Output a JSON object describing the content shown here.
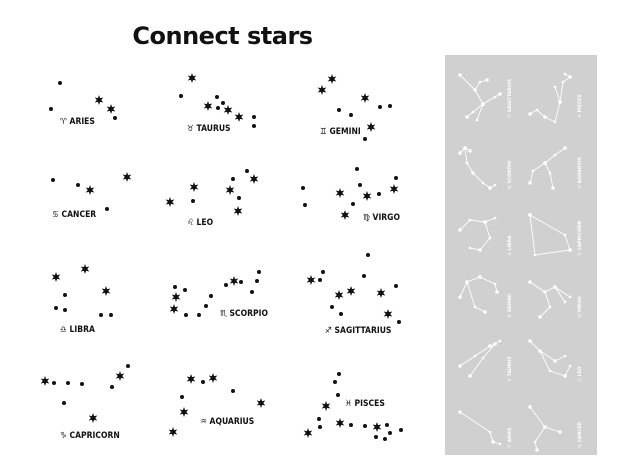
{
  "title": "Connect stars",
  "constellations": [
    {
      "name": "ARIES",
      "symbol": "♈"
    },
    {
      "name": "TAURUS",
      "symbol": "♉"
    },
    {
      "name": "GEMINI",
      "symbol": "♊"
    },
    {
      "name": "CANCER",
      "symbol": "♋"
    },
    {
      "name": "LEO",
      "symbol": "♌"
    },
    {
      "name": "VIRGO",
      "symbol": "♍"
    },
    {
      "name": "LIBRA",
      "symbol": "♎"
    },
    {
      "name": "SCORPIO",
      "symbol": "♏"
    },
    {
      "name": "SAGITTARIUS",
      "symbol": "♐"
    },
    {
      "name": "CAPRICORN",
      "symbol": "♑"
    },
    {
      "name": "AQUARIUS",
      "symbol": "♒"
    },
    {
      "name": "PISCES",
      "symbol": "♓"
    }
  ],
  "answer_key": {
    "background": "#d0d0d0",
    "line_color": "#ffffff",
    "cells": [
      {
        "name": "SAGITTARIUS",
        "symbol": "♐"
      },
      {
        "name": "PISCES",
        "symbol": "♓"
      },
      {
        "name": "SCORPIO",
        "symbol": "♏"
      },
      {
        "name": "AQUARIUS",
        "symbol": "♒"
      },
      {
        "name": "LIBRA",
        "symbol": "♎"
      },
      {
        "name": "CAPRICORN",
        "symbol": "♑"
      },
      {
        "name": "GEMINI",
        "symbol": "♊"
      },
      {
        "name": "VIRGO",
        "symbol": "♍"
      },
      {
        "name": "TAURUS",
        "symbol": "♉"
      },
      {
        "name": "LEO",
        "symbol": "♌"
      },
      {
        "name": "ARIES",
        "symbol": "♈"
      },
      {
        "name": "CANCER",
        "symbol": "♋"
      }
    ]
  }
}
